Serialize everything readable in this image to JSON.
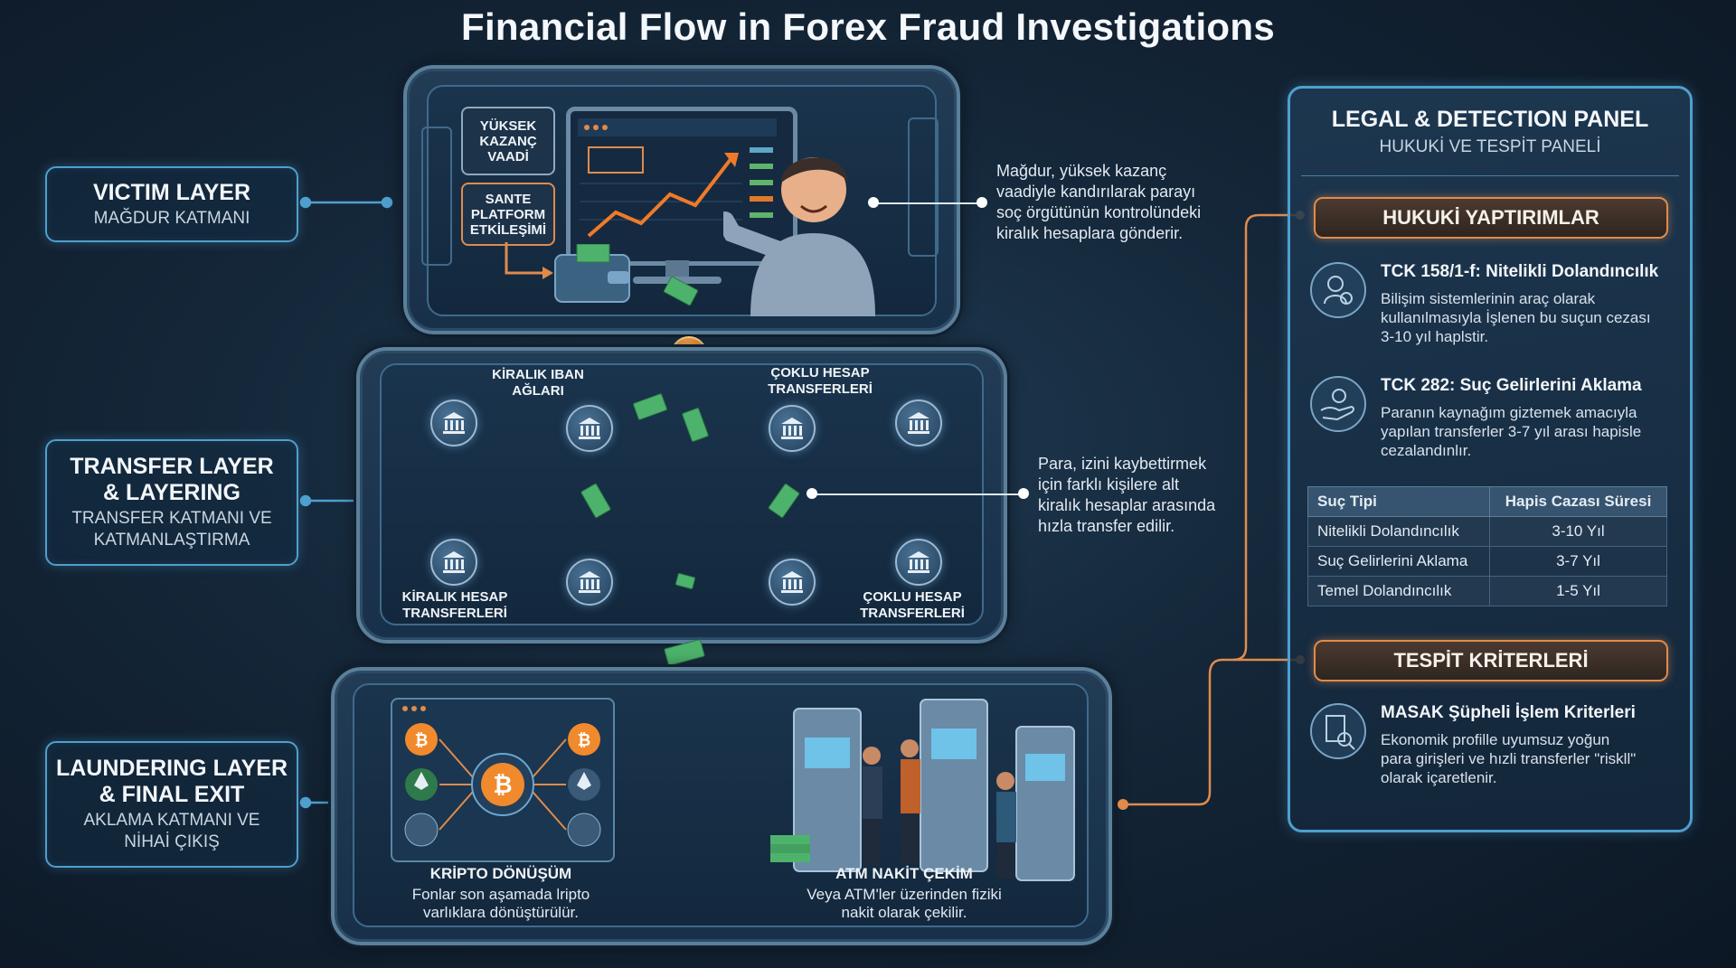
{
  "title": "Financial Flow in Forex Fraud Investigations",
  "layers": [
    {
      "title": "VICTIM LAYER",
      "subtitle": "MAĞDUR KATMANI"
    },
    {
      "title": "TRANSFER LAYER\n& LAYERING",
      "subtitle": "TRANSFER KATMANI VE\nKATMANLAŞTIRMA"
    },
    {
      "title": "LAUNDERING LAYER\n& FINAL EXIT",
      "subtitle": "AKLAMA KATMANI VE\nNİHAİ ÇIKIŞ"
    }
  ],
  "victim": {
    "tag1": "YÜKSEK\nKAZANÇ\nVAADİ",
    "tag2": "SANTE\nPLATFORM\nETKİLEŞİMİ",
    "description": "Mağdur, yüksek kazanç\nvaadiyle kandırılarak parayı\nsoç örgütünün kontrolündeki\nkiralık hesaplara gönderir."
  },
  "transfer": {
    "label_top_left": "KİRALIK IBAN\nAĞLARI",
    "label_top_right": "ÇOKLU HESAP\nTRANSFERLERİ",
    "label_bottom_left": "KİRALIK HESAP\nTRANSFERLERİ",
    "label_bottom_right": "ÇOKLU HESAP\nTRANSFERLERİ",
    "description": "Para, izini kaybettirmek\niçin farklı kişilere alt\nkiralık hesaplar arasında\nhızla transfer edilir."
  },
  "laundering": {
    "crypto_title": "KRİPTO DÖNÜŞÜM",
    "crypto_desc": "Fonlar son aşamada lripto\nvarlıklara dönüştürülür.",
    "atm_title": "ATM NAKİT ÇEKİM",
    "atm_desc": "Veya ATM'ler üzerinden fiziki\nnakit olarak çekilir."
  },
  "panel": {
    "title": "LEGAL & DETECTION PANEL",
    "subtitle": "HUKUKİ VE TESPİT PANELİ",
    "section1": "HUKUKİ YAPTIRIMLAR",
    "law1_title": "TCK 158/1-f: Nitelikli Dolandıncılık",
    "law1_body": "Bilişim sistemlerinin araç olarak\nkullanılmasıyla İşlenen bu suçun cezası\n3-10 yıl haplstir.",
    "law2_title": "TCK 282: Suç Gelirlerini Aklama",
    "law2_body": "Paranın kaynağım giztemek amacıyla\nyapılan transferler 3-7 yıl arası hapisle\ncezalandınlır.",
    "table_headers": [
      "Suç Tipi",
      "Hapis Cazası Süresi"
    ],
    "table_rows": [
      [
        "Nitelikli Dolandıncılık",
        "3-10 Yıl"
      ],
      [
        "Suç Gelirlerini Aklama",
        "3-7 Yıl"
      ],
      [
        "Temel Dolandıncılık",
        "1-5 Yıl"
      ]
    ],
    "section2": "TESPİT KRİTERLERİ",
    "law3_title": "MASAK Şüpheli İşlem Kriterleri",
    "law3_body": "Ekonomik profille uyumsuz yoğun\npara girişleri ve hızli transferler \"riskll\"\nolarak içaretlenir."
  },
  "colors": {
    "accent_blue": "#4f9fce",
    "accent_orange": "#e08b4b",
    "money_green": "#4db36c",
    "bitcoin_orange": "#f08a2c"
  },
  "icons": [
    "bank-icon",
    "bitcoin-icon",
    "ethereum-icon",
    "atm-icon",
    "person-icon",
    "hand-coin-icon",
    "document-search-icon"
  ]
}
